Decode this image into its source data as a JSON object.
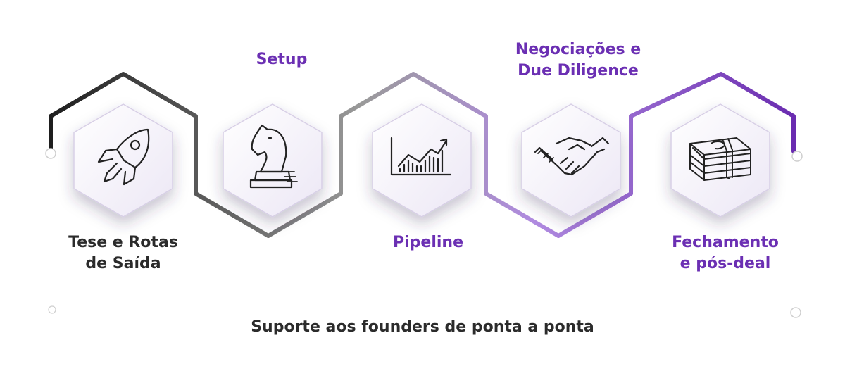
{
  "steps": [
    {
      "id": "tese",
      "lines": [
        "Tese e Rotas",
        "de Saída"
      ],
      "icon": "rocket-icon",
      "color": "#2b2b2b"
    },
    {
      "id": "setup",
      "lines": [
        "Setup"
      ],
      "icon": "chess-knight-icon",
      "color": "#6b2fb3"
    },
    {
      "id": "pipeline",
      "lines": [
        "Pipeline"
      ],
      "icon": "growth-chart-icon",
      "color": "#6b2fb3"
    },
    {
      "id": "negociacoes",
      "lines": [
        "Negociações e",
        "Due Diligence"
      ],
      "icon": "handshake-icon",
      "color": "#6b2fb3"
    },
    {
      "id": "fechamento",
      "lines": [
        "Fechamento",
        "e pós-deal"
      ],
      "icon": "money-stack-icon",
      "color": "#6b2fb3"
    }
  ],
  "footer": {
    "label": "Suporte aos founders de ponta a ponta"
  },
  "colors": {
    "start": "#1e1e1e",
    "mid": "#b08be0",
    "end": "#6a2cb0",
    "icon": "#222222"
  }
}
